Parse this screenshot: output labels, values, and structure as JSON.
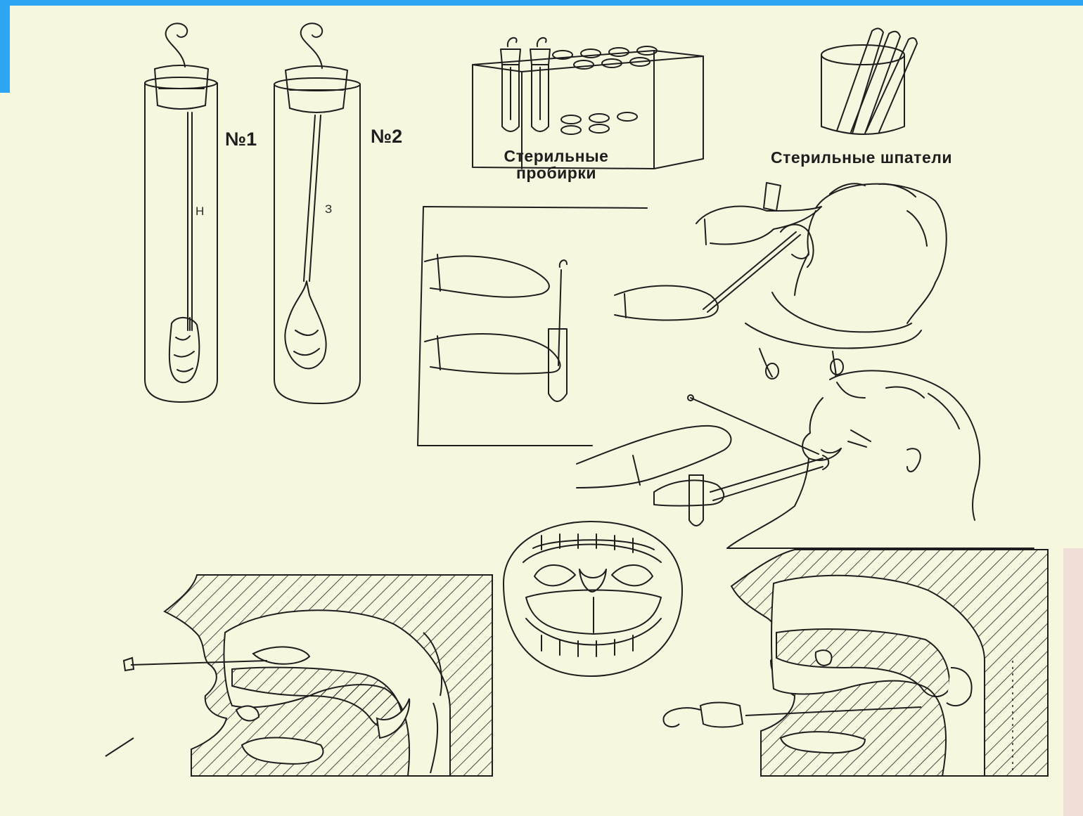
{
  "colors": {
    "paper": "#f7f6df",
    "ink": "#1e1e1e",
    "accent_bar": "#2ea5f3",
    "right_edge_tint": "#f0dfd6"
  },
  "labels": {
    "tube1": "№1",
    "tube2": "№2",
    "stick1": "Н",
    "stick2": "З",
    "sterile_tubes": [
      "Стерильные",
      "пробирки"
    ],
    "sterile_spatulas": "Стерильные шпатели"
  }
}
